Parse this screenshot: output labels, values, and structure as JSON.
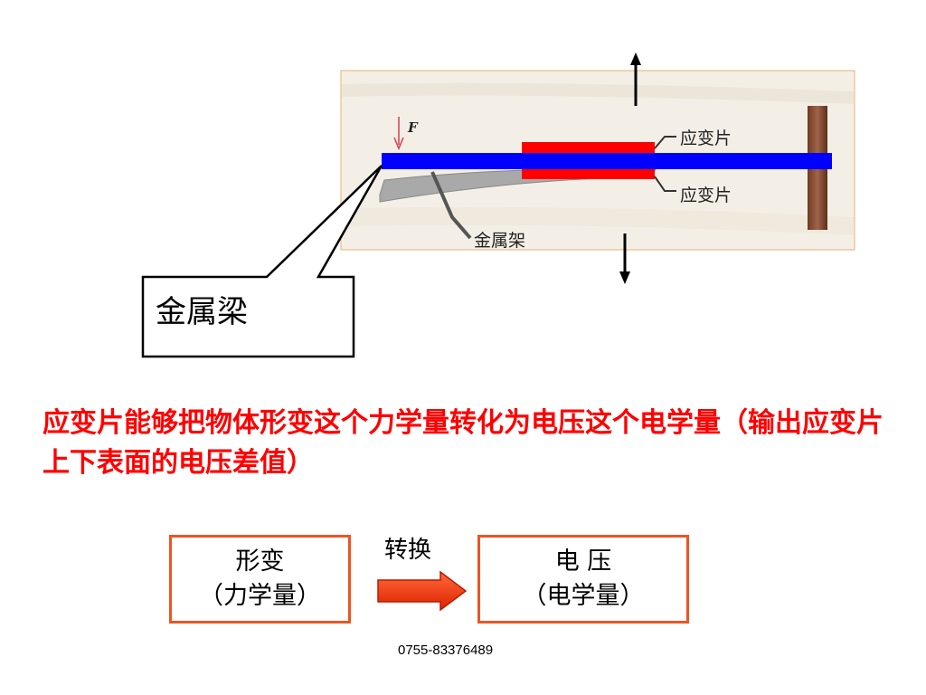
{
  "diagram": {
    "force_label": "F",
    "strain_gauge_top": "应变片",
    "strain_gauge_bottom": "应变片",
    "metal_frame": "金属架",
    "callout": "金属梁"
  },
  "explanation": "应变片能够把物体形变这个力学量转化为电压这个电学量（输出应变片上下表面的电压差值）",
  "flow": {
    "left_line1": "形变",
    "left_line2": "（力学量）",
    "convert": "转换",
    "right_line1": "电 压",
    "right_line2": "（电学量）"
  },
  "footer": "0755-83376489",
  "colors": {
    "beam": "#0000ff",
    "gauge": "#ff0000",
    "text_red": "#ff0000",
    "box_border": "#ee5522",
    "arrow_fill": "#ff3300"
  }
}
